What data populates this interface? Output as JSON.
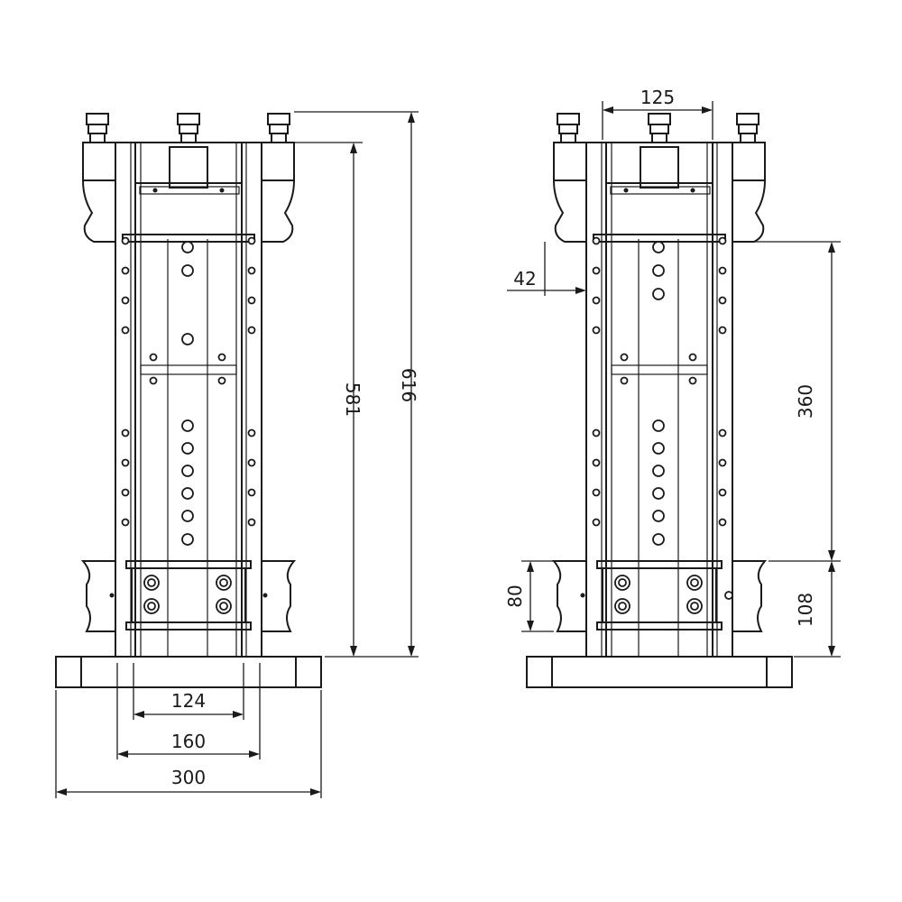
{
  "colors": {
    "line": "#1a1a1a",
    "background": "#ffffff"
  },
  "views": {
    "front": {
      "dimensions": {
        "base_width": "300",
        "rail_outer_width": "160",
        "rail_inner_width": "124",
        "column_height": "581",
        "overall_height": "616"
      }
    },
    "side": {
      "dimensions": {
        "top_width": "125",
        "offset": "42",
        "stroke_length": "360",
        "lower_block_height": "80",
        "lower_clamp_height": "108"
      }
    }
  }
}
